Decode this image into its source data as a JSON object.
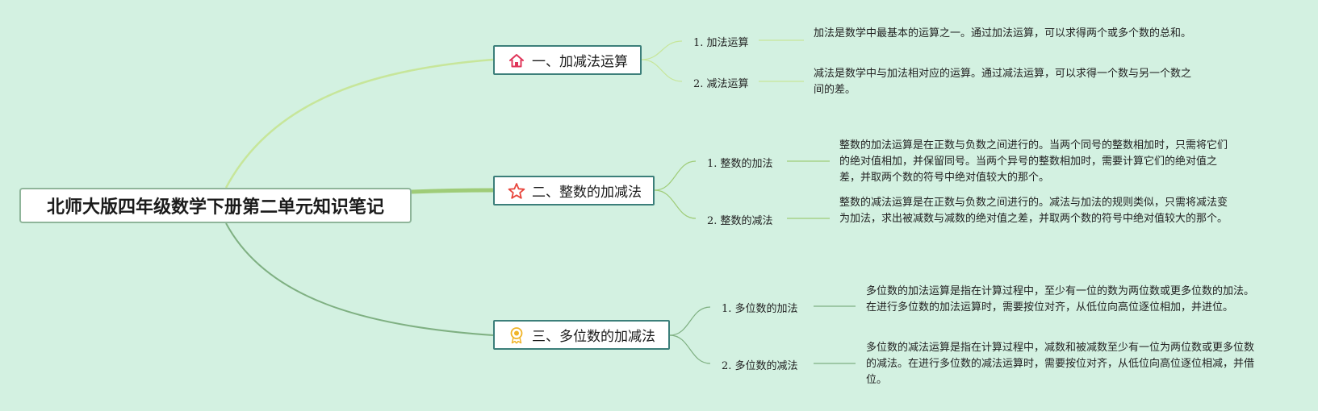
{
  "root": {
    "title": "北师大版四年级数学下册第二单元知识笔记"
  },
  "topics": [
    {
      "label": "一、加减法运算",
      "icon": "home-icon",
      "subs": [
        {
          "label": "1. 加法运算",
          "note": "加法是数学中最基本的运算之一。通过加法运算，可以求得两个或多个数的总和。"
        },
        {
          "label": "2. 减法运算",
          "note": "减法是数学中与加法相对应的运算。通过减法运算，可以求得一个数与另一个数之间的差。"
        }
      ]
    },
    {
      "label": "二、整数的加减法",
      "icon": "star-icon",
      "subs": [
        {
          "label": "1. 整数的加法",
          "note": "整数的加法运算是在正数与负数之间进行的。当两个同号的整数相加时，只需将它们的绝对值相加，并保留同号。当两个异号的整数相加时，需要计算它们的绝对值之差，并取两个数的符号中绝对值较大的那个。"
        },
        {
          "label": "2. 整数的减法",
          "note": "整数的减法运算是在正数与负数之间进行的。减法与加法的规则类似，只需将减法变为加法，求出被减数与减数的绝对值之差，并取两个数的符号中绝对值较大的那个。"
        }
      ]
    },
    {
      "label": "三、多位数的加减法",
      "icon": "award-badge-icon",
      "subs": [
        {
          "label": "1. 多位数的加法",
          "note": "多位数的加法运算是指在计算过程中，至少有一位的数为两位数或更多位数的加法。在进行多位数的加法运算时，需要按位对齐，从低位向高位逐位相加，并进位。"
        },
        {
          "label": "2. 多位数的减法",
          "note": "多位数的减法运算是指在计算过程中，减数和被减数至少有一位为两位数或更多位数的减法。在进行多位数的减法运算时，需要按位对齐，从低位向高位逐位相减，并借位。"
        }
      ]
    }
  ],
  "colors": {
    "background": "#d3f1e1",
    "branch1": "#c7e69a",
    "branch2": "#9fcc78",
    "branch3": "#7fb082",
    "topic_border": "#3c7f7a",
    "home_icon": "#e0365a",
    "star_icon": "#e8453c",
    "badge_icon": "#f0b429"
  }
}
